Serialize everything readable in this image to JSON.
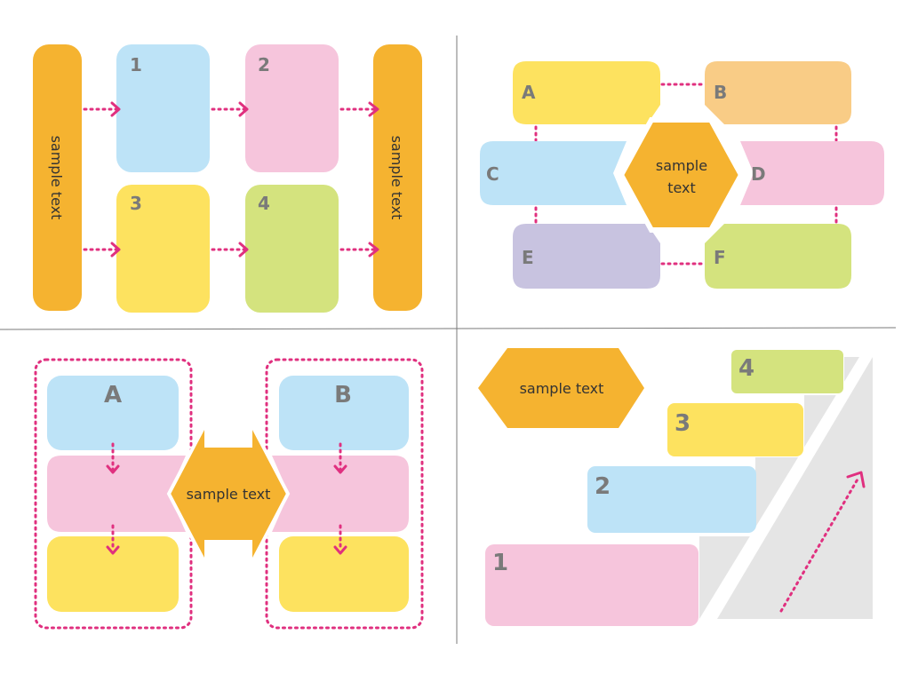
{
  "colors": {
    "orange": "#f5b330",
    "blue": "#bde3f7",
    "pink": "#f6c5dc",
    "yellow": "#fde25f",
    "green": "#d4e37e",
    "peach": "#f9cc86",
    "lavender": "#c8c3e0",
    "magenta": "#e0307f",
    "label_gray": "#7a7a7a",
    "stair_gray": "#e5e5e5",
    "divider": "#7a7a7a"
  },
  "panel1": {
    "left_bar": "sample text",
    "right_bar": "sample text",
    "boxes": [
      "1",
      "2",
      "3",
      "4"
    ]
  },
  "panel2": {
    "center": [
      "sample",
      "text"
    ],
    "boxes": [
      "A",
      "B",
      "C",
      "D",
      "E",
      "F"
    ]
  },
  "panel3": {
    "left_title": "A",
    "right_title": "B",
    "center": "sample text"
  },
  "panel4": {
    "hex": "sample text",
    "steps": [
      "1",
      "2",
      "3",
      "4"
    ]
  }
}
